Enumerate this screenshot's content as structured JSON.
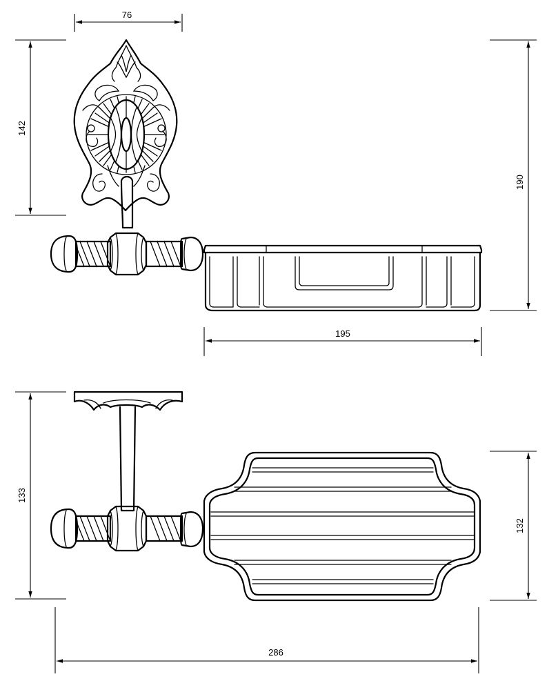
{
  "dimensions": {
    "top_width": "76",
    "top_height": "142",
    "overall_height": "190",
    "basket_length": "195",
    "side_depth": "133",
    "basket_depth": "132",
    "overall_length": "286"
  }
}
